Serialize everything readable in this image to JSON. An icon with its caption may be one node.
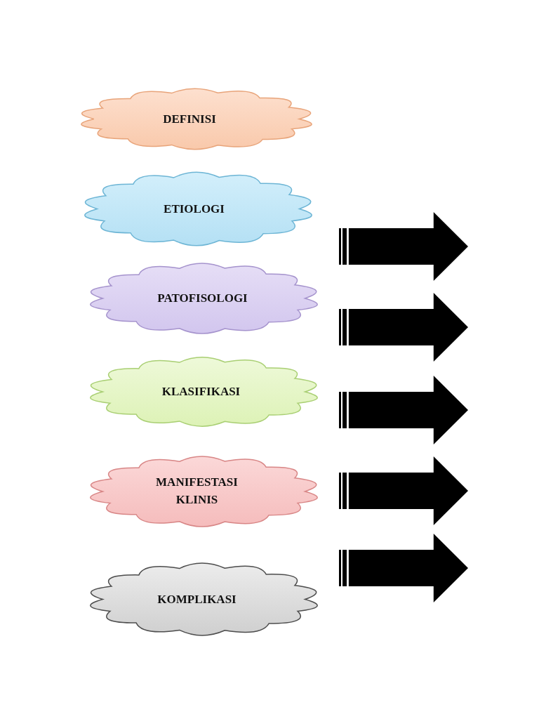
{
  "diagram": {
    "nodes": [
      {
        "text": [
          "DEFINISI"
        ]
      },
      {
        "text": [
          "ETIOLOGI"
        ]
      },
      {
        "text": [
          "PATOFISOLOGI"
        ]
      },
      {
        "text": [
          "KLASIFIKASI"
        ]
      },
      {
        "text": [
          "MANIFESTASI KLINIS"
        ]
      },
      {
        "text": [
          "KOMPLIKASI"
        ]
      },
      {
        "text": [],
        "shape": "arrow"
      },
      {
        "text": [],
        "shape": "arrow"
      },
      {
        "text": [],
        "shape": "arrow"
      },
      {
        "text": [],
        "shape": "arrow"
      },
      {
        "text": [],
        "shape": "arrow"
      }
    ]
  }
}
